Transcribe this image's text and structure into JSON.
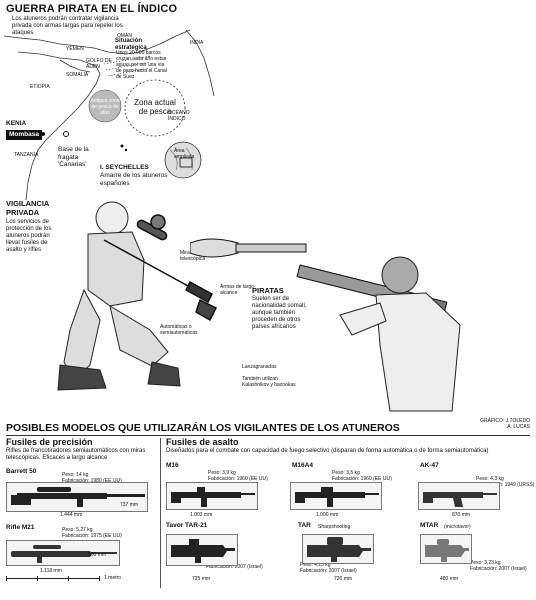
{
  "header": {
    "title": "GUERRA PIRATA EN EL ÍNDICO",
    "intro": "Los atuneros podrán contratar vigilancia privada con armas largas para repeler los ataques"
  },
  "map": {
    "places": {
      "oman": "OMÁN",
      "yemen": "YEMEN",
      "golfo_aden": "GOLFO DE ADÉN",
      "india": "INDIA",
      "somalia": "SOMALIA",
      "etiopia": "ETIOPÍA",
      "kenia": "KENIA",
      "mombasa": "Mombasa",
      "tanzania": "TANZANIA",
      "oceano": "OCÉANO ÍNDICO",
      "seychelles": "I. SEYCHELLES",
      "seychelles_note": "Amarre de los atuneros españoles"
    },
    "strategic_title": "Situación estratégica",
    "strategic_text": "Unos 20.000 barcos cruzan cada año estas aguas por ser una vía de paso hacia el Canal de Suez",
    "old_zone": "Antigua zona de pesca de atún",
    "current_zone": "Zona actual de pesca",
    "base": "Base de la fragata 'Canarias'",
    "inset_label": "Área ampliada"
  },
  "vigilancia": {
    "title": "VIGILANCIA PRIVADA",
    "text": "Los servicios de protección de los atuneros podrán llevar fusiles de asalto y rifles"
  },
  "callouts": {
    "mira": "Mira telescópica",
    "armas_largas": "Armas de largo alcance",
    "automaticas": "Automáticas o semiautomáticas",
    "lanzagranadas": "Lanzagranadas",
    "tambien": "También utilizan Kalashnikov y bazookas"
  },
  "piratas": {
    "title": "PIRATAS",
    "text": "Suelen ser de nacionalidad somalí, aunque también proceden de otros países africanos"
  },
  "credit": "GRÁFICO: J.TOLEDO A. LUCAS",
  "models_title": "POSIBLES MODELOS QUE UTILIZARÁN LOS VIGILANTES DE LOS ATUNEROS",
  "precision": {
    "title": "Fusiles de precisión",
    "desc": "Rifles de francotiradores semiautomáticos con miras telescópicas. Eficaces a largo alcance",
    "guns": [
      {
        "name": "Barrett 50",
        "spec": "Peso: 14 kg\nFabricación: 1980 (EE UU)",
        "dim1": "737 mm",
        "dim2": "1.444 mm"
      },
      {
        "name": "Rifle M21",
        "spec": "Peso: 5,27 kg\nFabricación: 1975 (EE UU)",
        "dim1": "560 mm",
        "dim2": "1.118 mm"
      }
    ],
    "scale": "1 metro"
  },
  "asalto": {
    "title": "Fusiles de asalto",
    "desc": "Diseñados para el combate con capacidad de fuego selectivo (disparan de forma automática o de forma semiautomática)",
    "guns": [
      {
        "name": "M16",
        "spec": "Peso: 3,9 kg\nFabricación: 1960 (EE UU)",
        "dim": "1.003 mm"
      },
      {
        "name": "M16A4",
        "spec": "Peso: 3,5 kg\nFabricación: 1960 (EE UU)",
        "dim": "1.000 mm"
      },
      {
        "name": "AK-47",
        "spec": "Peso: 4,3 kg\nFabricación: 1949 (URSS)",
        "dim": "870 mm"
      },
      {
        "name": "Tavor TAR-21",
        "spec": "Peso: 3,63 kg\nFabricación: 2007 (Israel)",
        "dim": "725 mm"
      },
      {
        "name": "TAR",
        "sub": "Sharpshooting",
        "spec": "Peso: 4,25 kg\nFabricación: 2007 (Israel)",
        "dim": "720 mm"
      },
      {
        "name": "MTAR",
        "sub": "(microtavor)",
        "spec": "Peso: 3,23 kg\nFabricación: 2007 (Israel)",
        "dim": "480 mm"
      }
    ]
  }
}
